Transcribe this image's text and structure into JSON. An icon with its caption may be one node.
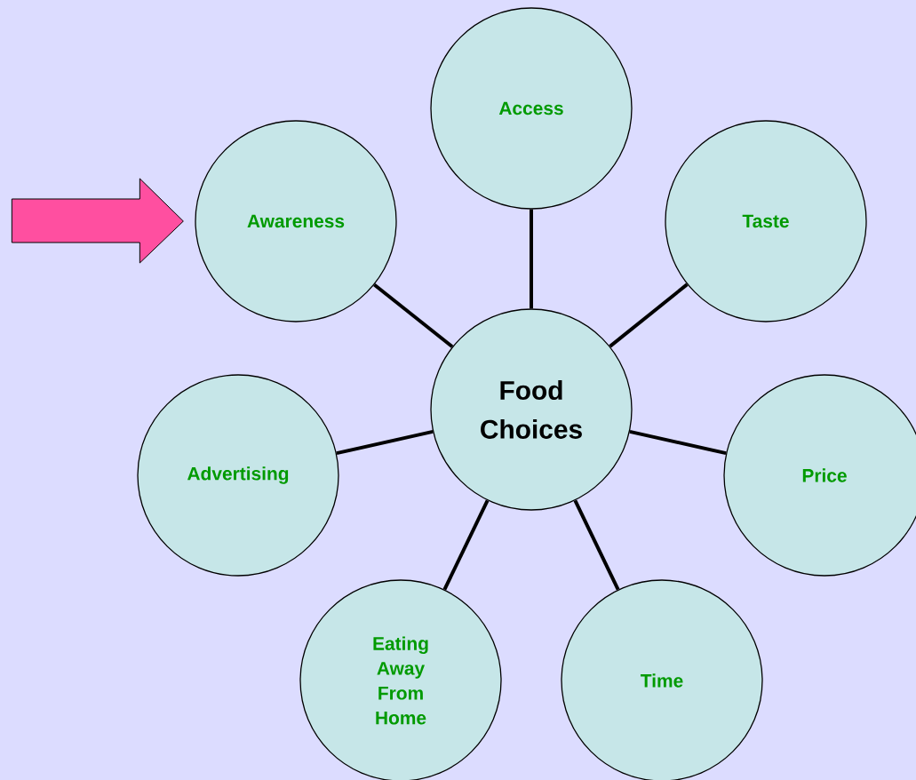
{
  "diagram": {
    "nodes": [
      {
        "text": [
          "Food Choices"
        ]
      },
      {
        "text": [
          "Access"
        ]
      },
      {
        "text": [
          "Awareness"
        ]
      },
      {
        "text": [
          "Taste"
        ]
      },
      {
        "text": [
          "Advertising"
        ]
      },
      {
        "text": [
          "Price"
        ]
      },
      {
        "text": [
          "Eating Away From Home"
        ]
      },
      {
        "text": [
          "Time"
        ]
      }
    ],
    "edges": [
      {
        "from": 0,
        "to": 1,
        "arrow": "none"
      },
      {
        "from": 0,
        "to": 2,
        "arrow": "none"
      },
      {
        "from": 0,
        "to": 3,
        "arrow": "none"
      },
      {
        "from": 0,
        "to": 4,
        "arrow": "none"
      },
      {
        "from": 0,
        "to": 5,
        "arrow": "none"
      },
      {
        "from": 0,
        "to": 6,
        "arrow": "none"
      },
      {
        "from": 0,
        "to": 7,
        "arrow": "none"
      },
      {
        "from": null,
        "to": 2,
        "arrow": "to",
        "color": "#ff4fa0"
      }
    ]
  }
}
